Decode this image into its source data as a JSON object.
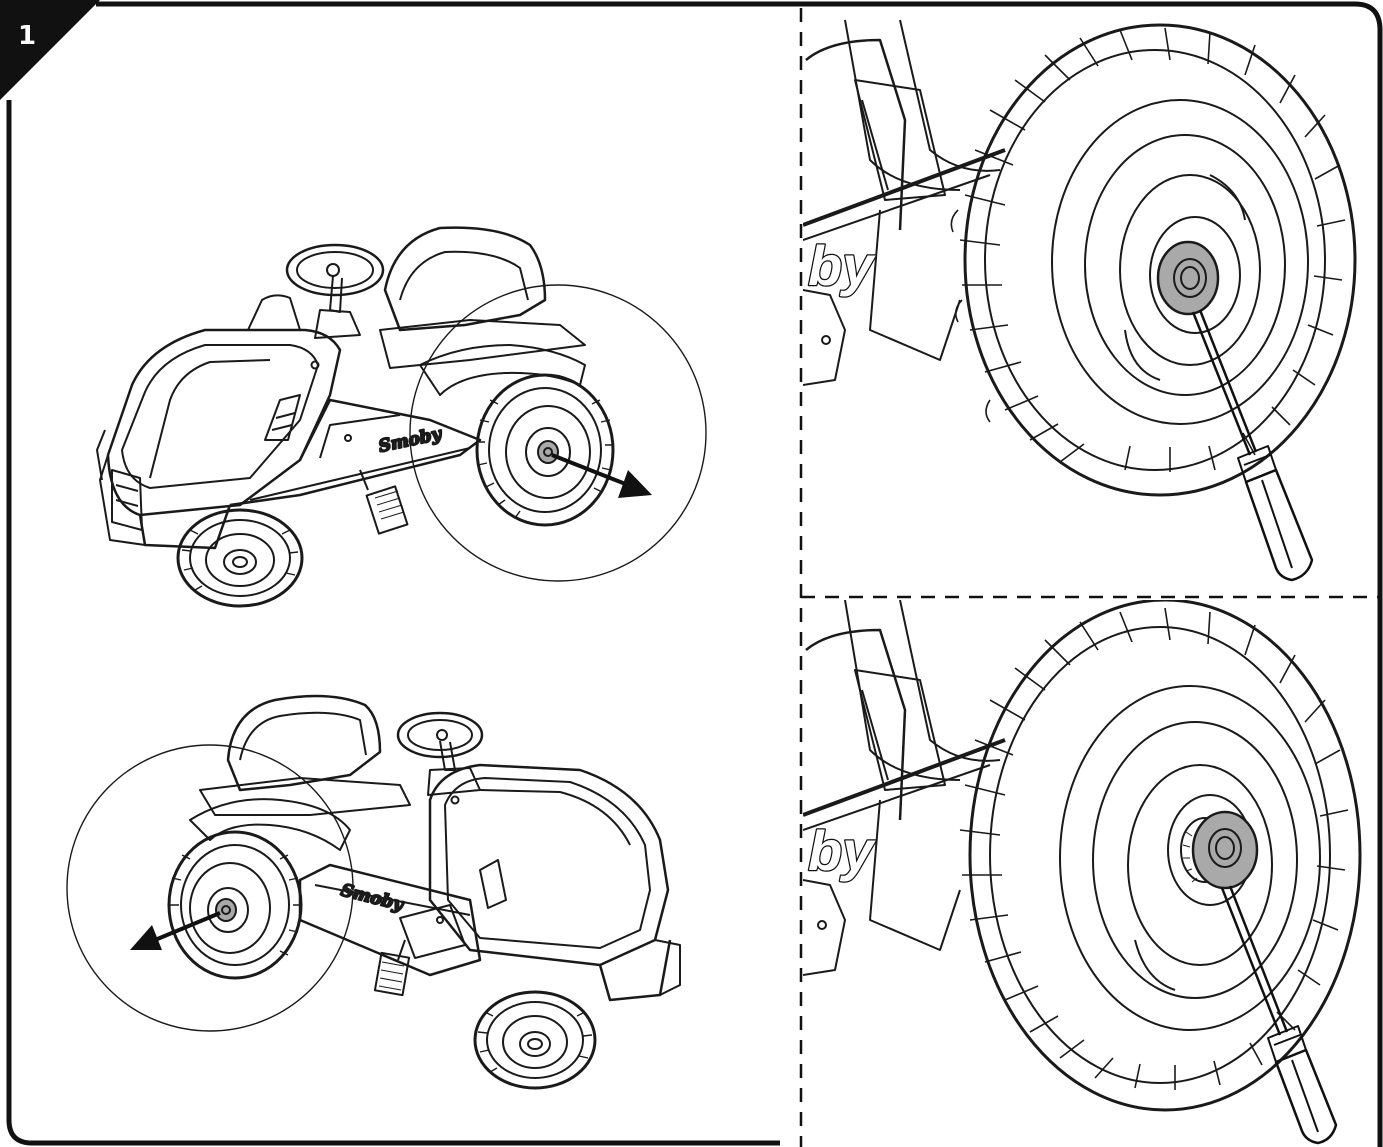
{
  "step": {
    "number": "1"
  },
  "brand": {
    "name": "Smoby",
    "partial": "by"
  },
  "colors": {
    "ink": "#111111",
    "line": "#1a1a1a",
    "highlight": "#a9a9a9",
    "paper": "#ffffff"
  },
  "icons": [
    "step-badge",
    "tractor",
    "detail-circle",
    "pull-arrow",
    "screwdriver",
    "hub-cap",
    "wheel"
  ]
}
